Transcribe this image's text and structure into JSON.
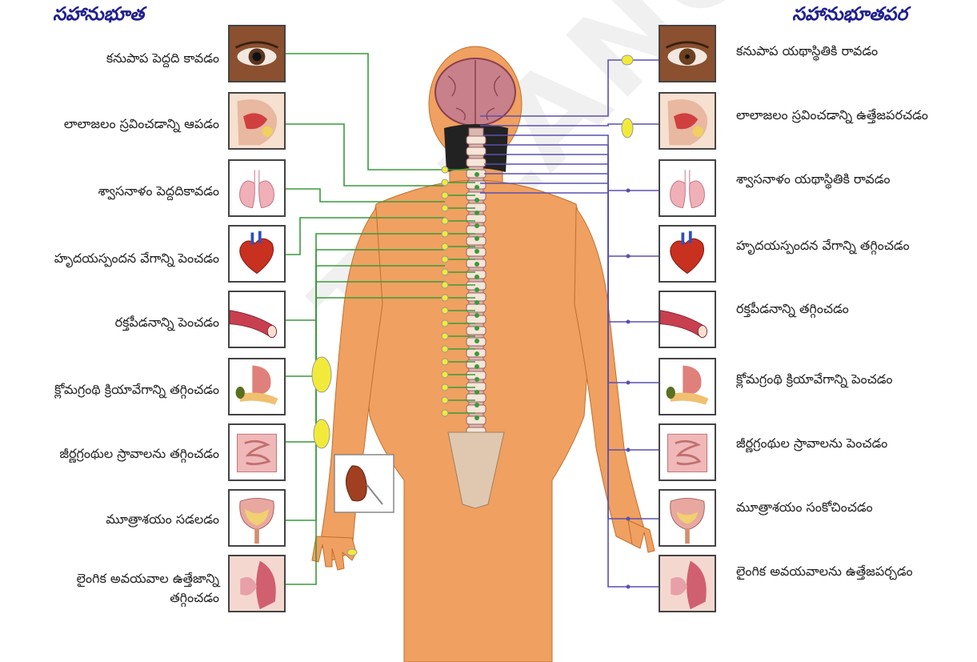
{
  "titles": {
    "left": "సహానుభూత",
    "right": "సహానుభూతపర"
  },
  "left_labels": [
    "కనుపాప పెద్దది కావడం",
    "లాలాజలం స్రవించడాన్ని ఆపడం",
    "శ్వాసనాళం పెద్దదికావడం",
    "హృదయస్పందన వేగాన్ని పెంచడం",
    "రక్తపీడనాన్ని పెంచడం",
    "క్లోమగ్రంథి క్రియావేగాన్ని తగ్గించడం",
    "జీర్ణగ్రంథుల స్రావాలను తగ్గించడం",
    "మూత్రాశయం సడలడం",
    "లైంగిక అవయవాల ఉత్తేజాన్ని",
    "తగ్గించడం"
  ],
  "right_labels": [
    "కనుపాప యథాస్థితికి రావడం",
    "లాలాజలం స్రవించడాన్ని ఉత్తేజపరచడం",
    "శ్వాసనాళం యథాస్థితికి రావడం",
    "హృదయస్పందన వేగాన్ని తగ్గించడం",
    "రక్తపీడనాన్ని తగ్గించడం",
    "క్లోమగ్రంథి క్రియావేగాన్ని పెంచడం",
    "జీర్ణగ్రంథుల స్రావాలను పెంచడం",
    "మూత్రాశయం సంకోచించడం",
    "లైంగిక అవయవాలను ఉత్తేజపర్చడం"
  ],
  "watermark": "TELANGANA",
  "colors": {
    "sympathetic": "#3a9a3a",
    "parasympathetic": "#5a50b0",
    "ganglion": "#f2ea3a",
    "skin": "#f0a060",
    "title": "#1f1f8f"
  },
  "organ_icons": [
    "eye-icon",
    "salivary-gland-icon",
    "lungs-icon",
    "heart-icon",
    "blood-vessel-icon",
    "pancreas-icon",
    "intestine-icon",
    "bladder-icon",
    "genital-icon"
  ]
}
